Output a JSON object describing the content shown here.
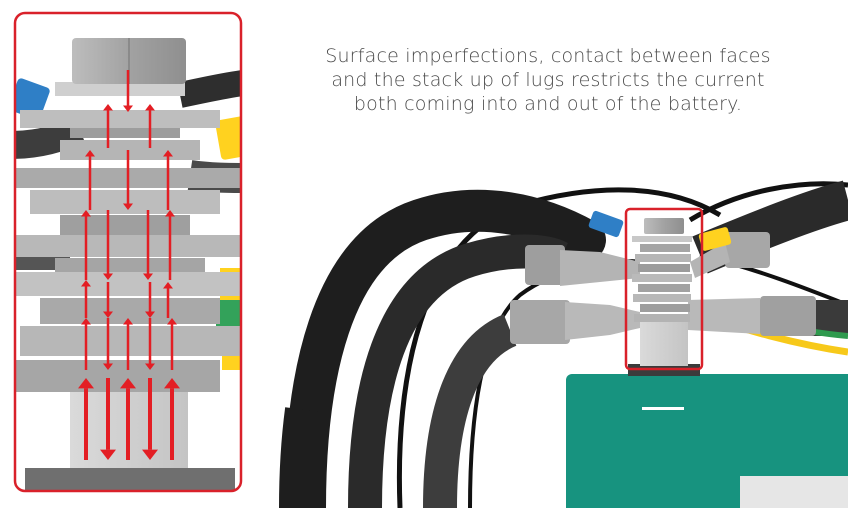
{
  "caption": {
    "lines": [
      "Surface imperfections, contact between faces",
      "and the stack up of lugs restricts the current",
      "both coming into and out of the battery."
    ]
  },
  "colors": {
    "highlight": "#d9212a",
    "arrow": "#e31e24",
    "battery": "#17937f",
    "cable_black": "#1e1e1e",
    "cable_dark_grey": "#3d3d3d",
    "lug_grey": "#b4b4b4",
    "washer_grey": "#a9a9a9",
    "terminal_post": "#cfcfcf",
    "lug_blue": "#2f7fc6",
    "lug_yellow": "#ffd21f",
    "lug_green": "#33a25a",
    "wire_yellow": "#f7c91a",
    "wire_green": "#2f9a4e"
  },
  "icons": [
    "bolt-head-icon",
    "lug-stack-icon",
    "battery-icon",
    "cable-icon"
  ]
}
